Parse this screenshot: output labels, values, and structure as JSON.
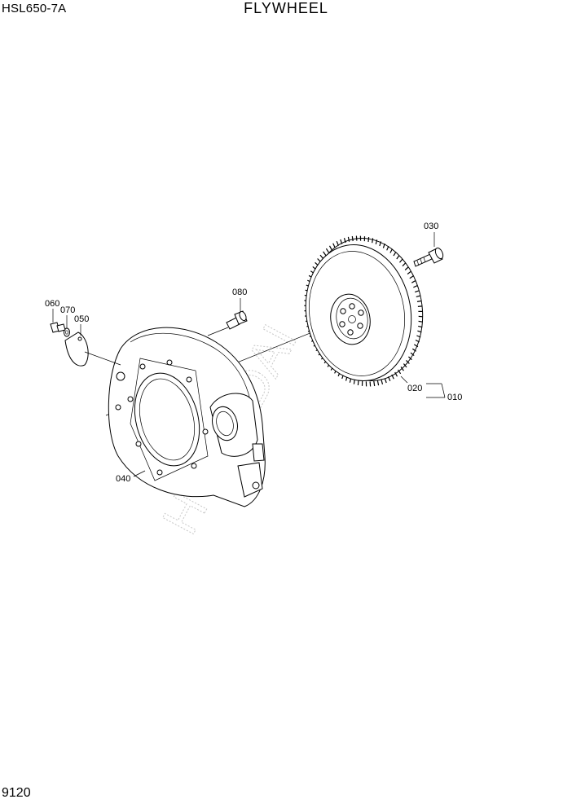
{
  "header": {
    "model": "HSL650-7A",
    "title": "FLYWHEEL"
  },
  "footer": {
    "page_number": "9120"
  },
  "watermark": {
    "text": "HYUNDAI"
  },
  "parts": {
    "p010": "010",
    "p020": "020",
    "p030": "030",
    "p040": "040",
    "p050": "050",
    "p060": "060",
    "p070": "070",
    "p080": "080"
  }
}
